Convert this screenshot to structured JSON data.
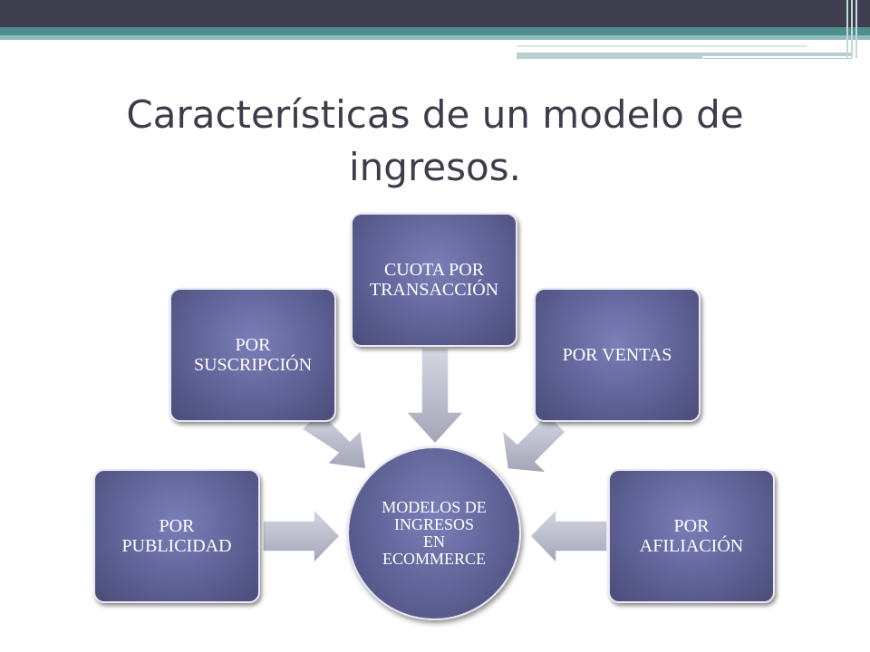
{
  "slide": {
    "title": "Características de un modelo de\ningresos.",
    "center": "MODELOS DE\nINGRESOS\nEN\nECOMMERCE",
    "boxes": {
      "cuota": "CUOTA POR\nTRANSACCIÓN",
      "suscripcion": "POR\nSUSCRIPCIÓN",
      "ventas": "POR VENTAS",
      "publicidad": "POR\nPUBLICIDAD",
      "afiliacion": "POR\nAFILIACIÓN"
    }
  },
  "colors": {
    "box_fill": "#5f6296",
    "arrow_fill": "#b4b6c8",
    "title_text": "#3d3d4a",
    "header_bar": "#3f3f4f",
    "accent_teal": "#4f8f8f"
  }
}
